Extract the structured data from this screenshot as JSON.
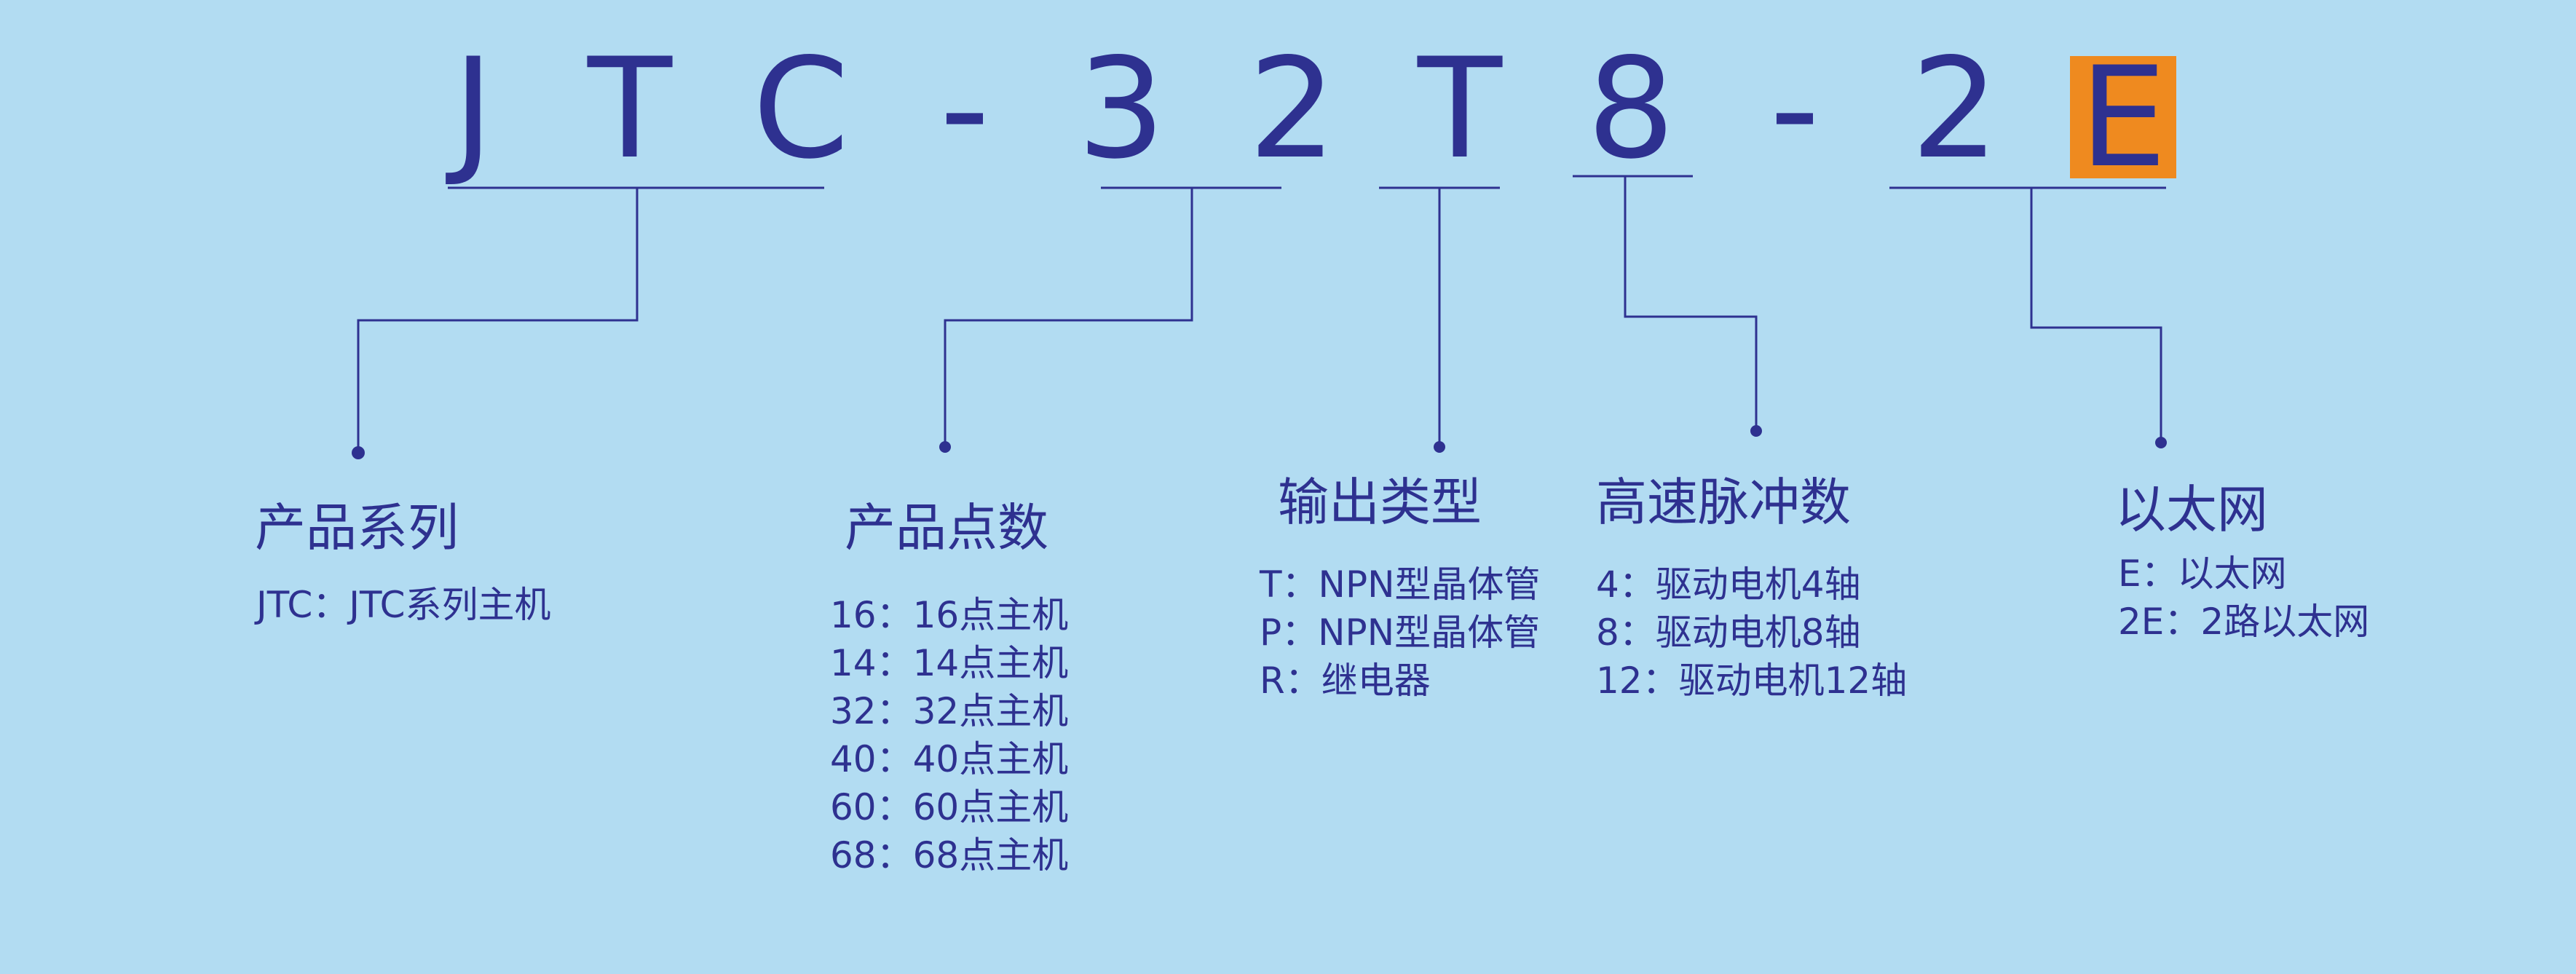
{
  "model_code": {
    "chars": [
      "J",
      "T",
      "C",
      "-",
      "3",
      "2",
      "T",
      "8",
      "-",
      "2",
      "E"
    ],
    "highlight_color": "#ef8a1f"
  },
  "colors": {
    "background": "#b2dcf2",
    "ink": "#2e3190",
    "highlight": "#ef8a1f"
  },
  "fields": {
    "series": {
      "title": "产品系列",
      "lines": [
        "JTC：JTC系列主机"
      ]
    },
    "points": {
      "title": "产品点数",
      "lines": [
        "16：16点主机",
        "14：14点主机",
        "32：32点主机",
        "40：40点主机",
        "60：60点主机",
        "68：68点主机"
      ]
    },
    "output": {
      "title": "输出类型",
      "lines": [
        "T：NPN型晶体管",
        "P：NPN型晶体管",
        "R：继电器"
      ]
    },
    "pulse": {
      "title": "高速脉冲数",
      "lines": [
        "4：驱动电机4轴",
        "8：驱动电机8轴",
        "12：驱动电机12轴"
      ]
    },
    "ethernet": {
      "title": "以太网",
      "lines": [
        "E：以太网",
        "2E：2路以太网"
      ]
    }
  }
}
